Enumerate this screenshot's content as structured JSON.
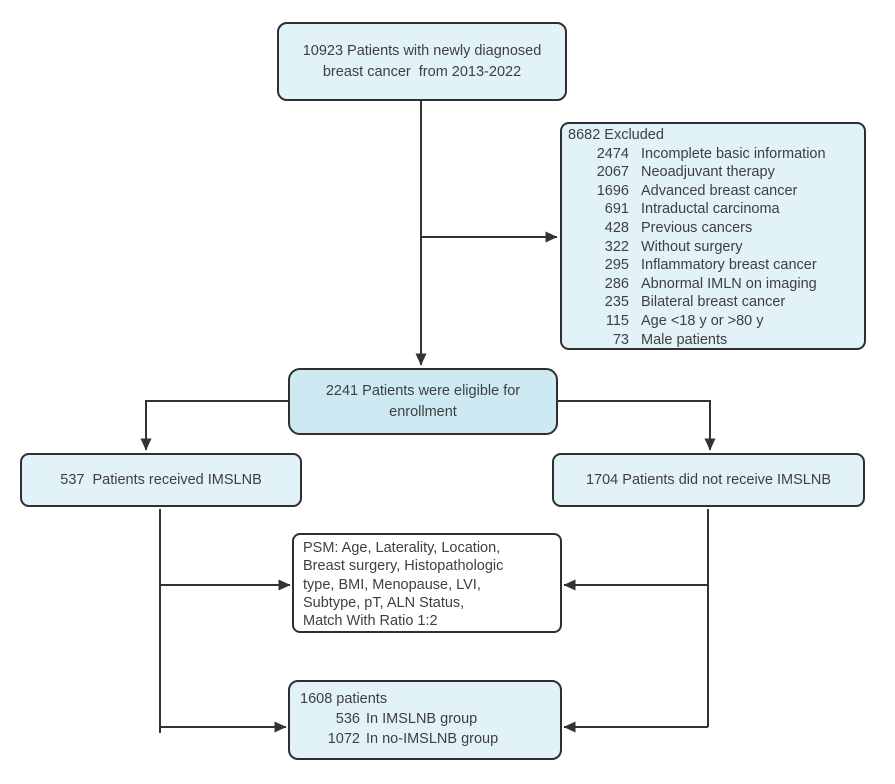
{
  "colors": {
    "box_fill": "#e1f2f8",
    "box_fill_accent": "#cdeaf2",
    "psm_fill": "#ffffff",
    "border": "#2f2f2f",
    "text": "#3f3f3f",
    "line": "#333333"
  },
  "boxes": {
    "diagnosed": {
      "lines": [
        "10923 Patients with newly diagnosed",
        "breast cancer  from 2013-2022"
      ]
    },
    "excluded": {
      "header": "8682 Excluded",
      "items": [
        {
          "n": "2474",
          "label": "Incomplete basic information"
        },
        {
          "n": "2067",
          "label": "Neoadjuvant therapy"
        },
        {
          "n": "1696",
          "label": "Advanced breast cancer"
        },
        {
          "n": "691",
          "label": "Intraductal carcinoma"
        },
        {
          "n": "428",
          "label": "Previous cancers"
        },
        {
          "n": "322",
          "label": "Without surgery"
        },
        {
          "n": "295",
          "label": "Inflammatory breast cancer"
        },
        {
          "n": "286",
          "label": "Abnormal IMLN on imaging"
        },
        {
          "n": "235",
          "label": "Bilateral breast cancer"
        },
        {
          "n": "115",
          "label": "Age <18 y or >80 y"
        },
        {
          "n": "73",
          "label": "Male patients"
        }
      ]
    },
    "eligible": {
      "lines": [
        "2241 Patients were eligible for",
        "enrollment"
      ]
    },
    "received": {
      "text": "537  Patients received IMSLNB"
    },
    "not_received": {
      "text": "1704 Patients did not receive IMSLNB"
    },
    "psm": {
      "lines": [
        "PSM: Age, Laterality, Location,",
        "Breast surgery, Histopathologic",
        "type, BMI, Menopause, LVI,",
        "Subtype, pT, ALN Status,",
        "Match With Ratio 1:2"
      ]
    },
    "matched": {
      "header": "1608 patients",
      "items": [
        {
          "n": "536",
          "label": "In IMSLNB group"
        },
        {
          "n": "1072",
          "label": "In no-IMSLNB group"
        }
      ]
    }
  }
}
